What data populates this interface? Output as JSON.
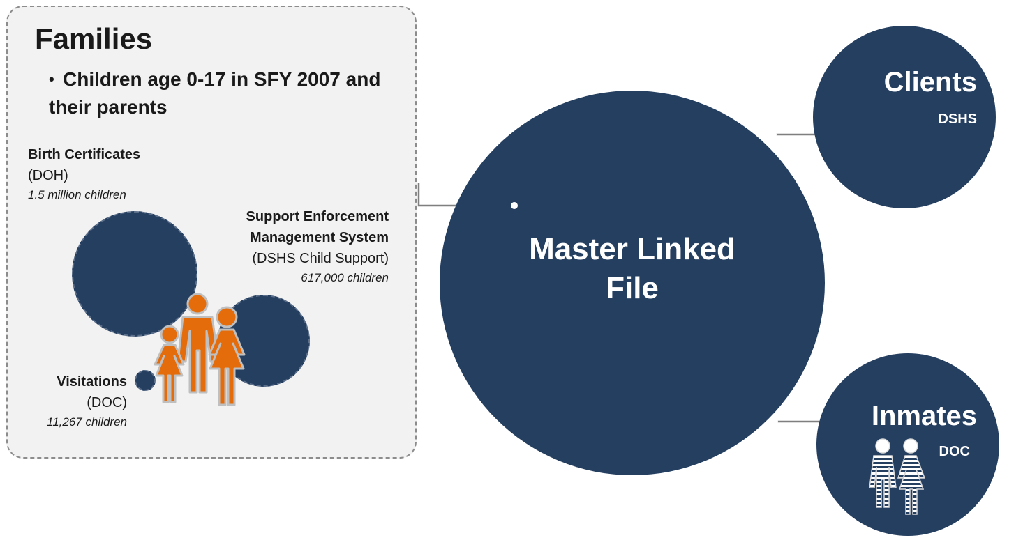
{
  "families": {
    "title": "Families",
    "bullet": "Children age 0-17 in SFY 2007 and their parents",
    "sources": {
      "birth": {
        "name": "Birth Certificates",
        "agency": "(DOH)",
        "count": "1.5 million children"
      },
      "support": {
        "name_line1": "Support Enforcement",
        "name_line2": "Management System",
        "agency": "(DSHS Child Support)",
        "count": "617,000 children"
      },
      "visitations": {
        "name": "Visitations",
        "agency": "(DOC)",
        "count": "11,267 children"
      }
    }
  },
  "master": {
    "line1": "Master Linked",
    "line2": "File"
  },
  "clients": {
    "title": "Clients",
    "agency": "DSHS"
  },
  "inmates": {
    "title": "Inmates",
    "agency": "DOC"
  },
  "colors": {
    "navy": "#253f61",
    "orange": "#e46c0a",
    "panel": "#f2f2f2"
  },
  "icons": [
    "family-icon",
    "inmates-icon"
  ]
}
